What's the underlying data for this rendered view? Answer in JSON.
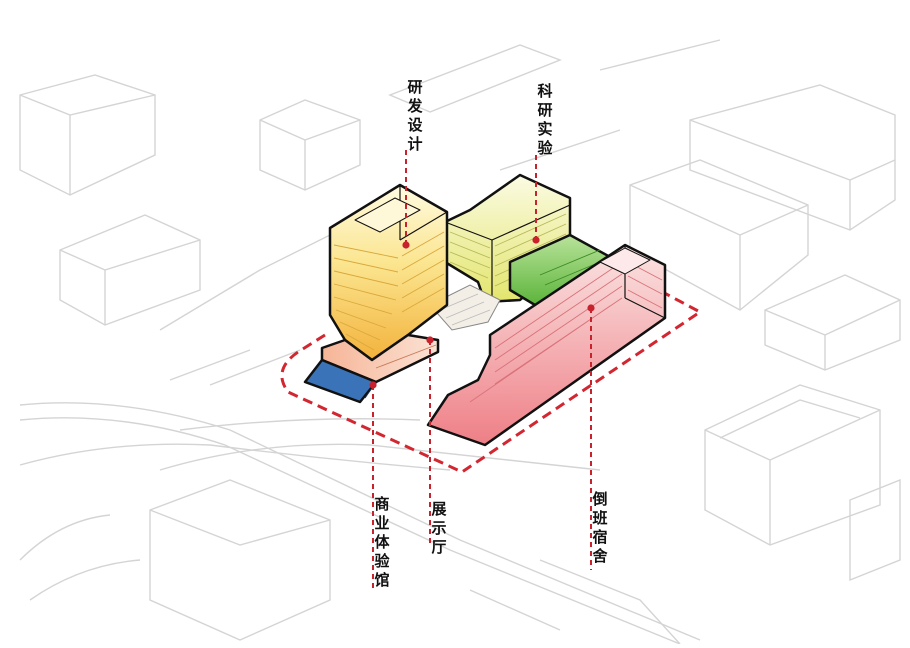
{
  "labels": {
    "rd_design": "研发设计",
    "research_lab": "科研实验",
    "commercial_hall": "商业体验馆",
    "exhibition_hall": "展示厅",
    "shift_dorm": "倒班宿舍"
  },
  "colors": {
    "leader_line": "#c8232c",
    "site_boundary": "#d22630",
    "outline": "#111111",
    "context_lines": "#d4d4d4",
    "rd_tower_top": "#fff6c2",
    "rd_tower_bottom": "#f5b944",
    "lab_yellow": "#eaec8a",
    "lab_green": "#7cc757",
    "commercial_blue": "#3b73b8",
    "exhibition_salmon": "#f3a88a",
    "dorm_pink": "#ef8a8e"
  }
}
